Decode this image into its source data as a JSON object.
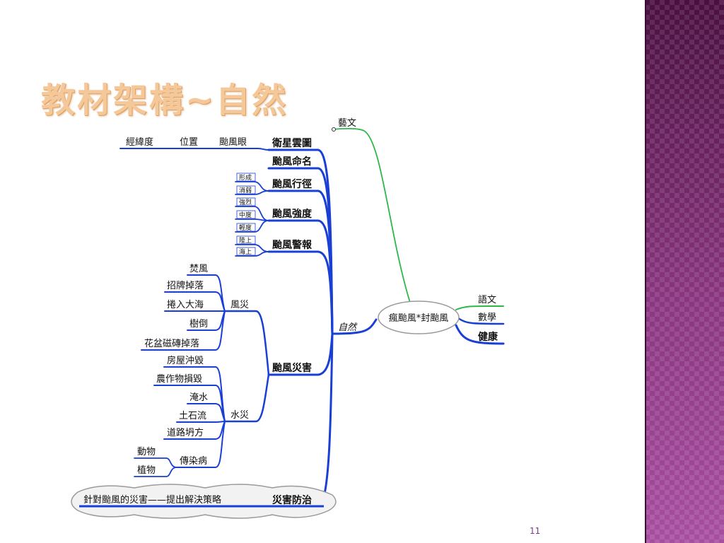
{
  "slide": {
    "title": "教材架構~自然",
    "page_number": "11"
  },
  "mindmap": {
    "center": "瘋颱風*封颱風",
    "branches": {
      "arts": "藝文",
      "chinese": "語文",
      "math": "數學",
      "health": "健康",
      "nature": "自然"
    },
    "nature": {
      "satellite": "衛星雲圖",
      "eye": "颱風眼",
      "position": "位置",
      "latlong": "經緯度",
      "naming": "颱風命名",
      "path": "颱風行徑",
      "path_form": "形成",
      "path_dissipate": "消弱",
      "intensity": "颱風強度",
      "strong": "強烈",
      "medium": "中度",
      "mild": "輕度",
      "warning": "颱風警報",
      "land": "陸上",
      "sea": "海上",
      "disaster": "颱風災害",
      "wind_disaster": "風災",
      "wind_items": [
        "焚風",
        "招牌掉落",
        "捲入大海",
        "樹倒",
        "花盆磁磚掉落"
      ],
      "water_disaster": "水災",
      "water_items": [
        "房屋沖毀",
        "農作物損毀",
        "淹水",
        "土石流",
        "道路坍方"
      ],
      "epidemic": "傳染病",
      "epidemic_items": [
        "動物",
        "植物"
      ],
      "prevention": "災害防治",
      "prevention_note": "針對颱風的災害——提出解決策略"
    }
  },
  "colors": {
    "branch_blue": "#1a3fd4",
    "arts_green": "#2eb84a",
    "title_orange": "#f5c89a",
    "band_purple": "#7a2a6e"
  }
}
